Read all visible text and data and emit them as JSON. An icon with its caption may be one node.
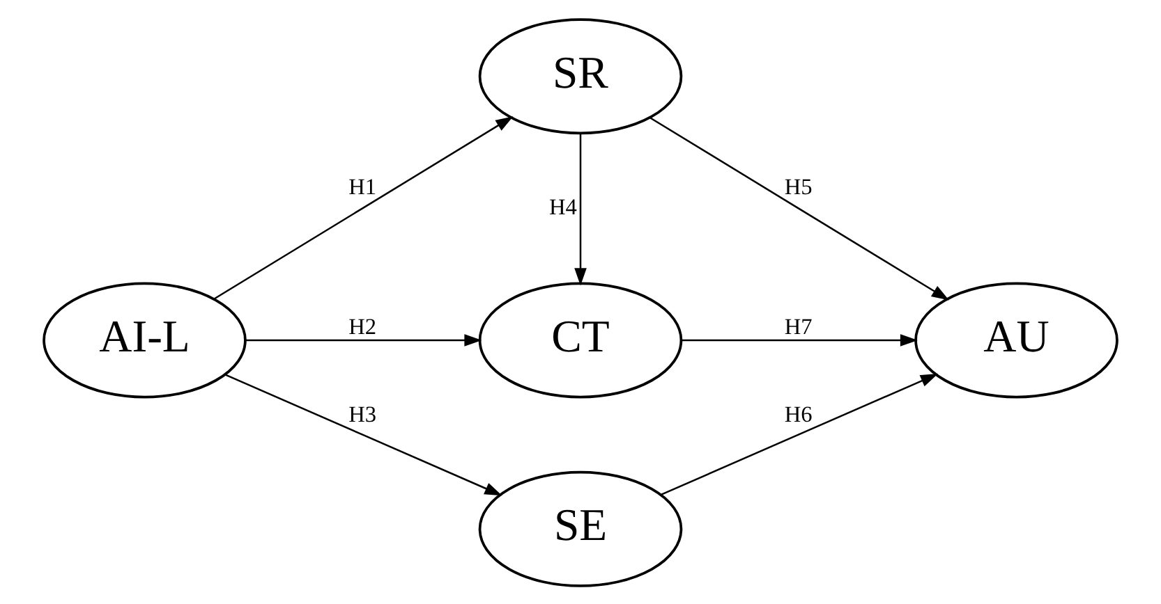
{
  "diagram": {
    "nodes": [
      {
        "text": [
          "AI-L"
        ]
      },
      {
        "text": [
          "SR"
        ]
      },
      {
        "text": [
          "CT"
        ]
      },
      {
        "text": [
          "SE"
        ]
      },
      {
        "text": [
          "AU"
        ]
      }
    ],
    "edges": [
      {
        "from": 0,
        "to": 1,
        "arrow": "to",
        "label": "H1"
      },
      {
        "from": 0,
        "to": 2,
        "arrow": "to",
        "label": "H2"
      },
      {
        "from": 0,
        "to": 3,
        "arrow": "to",
        "label": "H3"
      },
      {
        "from": 1,
        "to": 2,
        "arrow": "to",
        "label": "H4"
      },
      {
        "from": 1,
        "to": 4,
        "arrow": "to",
        "label": "H5"
      },
      {
        "from": 3,
        "to": 4,
        "arrow": "to",
        "label": "H6"
      },
      {
        "from": 2,
        "to": 4,
        "arrow": "to",
        "label": "H7"
      }
    ]
  }
}
